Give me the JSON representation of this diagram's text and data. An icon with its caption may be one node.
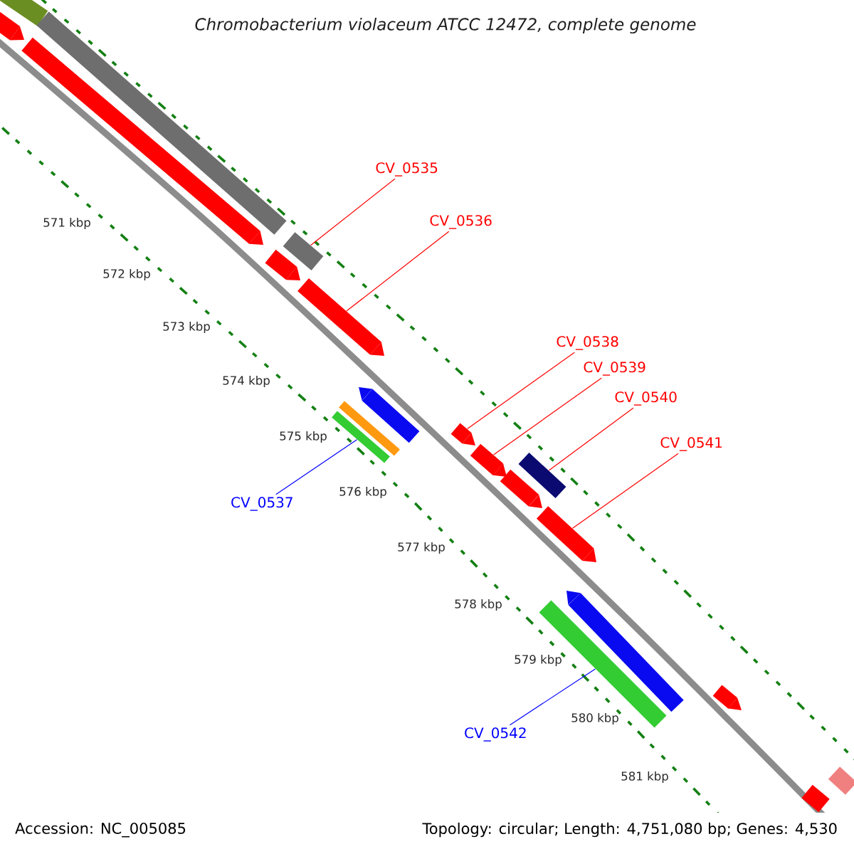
{
  "diagram": {
    "title": "Chromobacterium violaceum ATCC 12472, complete genome",
    "nodes": [
      {
        "text": [
          "CV_0535"
        ]
      },
      {
        "text": [
          "CV_0536"
        ]
      },
      {
        "text": [
          "CV_0538"
        ]
      },
      {
        "text": [
          "CV_0539"
        ]
      },
      {
        "text": [
          "CV_0540"
        ]
      },
      {
        "text": [
          "CV_0541"
        ]
      },
      {
        "text": [
          "CV_0537"
        ]
      },
      {
        "text": [
          "CV_0542"
        ]
      },
      {
        "text": [],
        "shape": "bar"
      },
      {
        "text": [],
        "shape": "bar"
      },
      {
        "text": [],
        "shape": "bar"
      },
      {
        "text": [],
        "shape": "bar"
      },
      {
        "text": [],
        "shape": "bar"
      },
      {
        "text": [],
        "shape": "bar"
      },
      {
        "text": [],
        "shape": "bar"
      },
      {
        "text": [],
        "shape": "bar"
      },
      {
        "text": [],
        "shape": "bar"
      },
      {
        "text": [],
        "shape": "bar"
      },
      {
        "text": [],
        "shape": "bar"
      },
      {
        "text": [],
        "shape": "bar"
      },
      {
        "text": [],
        "shape": "bar"
      },
      {
        "text": [],
        "shape": "bar"
      },
      {
        "text": [],
        "shape": "bar"
      },
      {
        "text": [],
        "shape": "bar"
      },
      {
        "text": [],
        "shape": "bar"
      },
      {
        "text": [],
        "shape": "bar"
      },
      {
        "text": [],
        "shape": "bar"
      },
      {
        "text": [],
        "shape": "bar"
      }
    ],
    "edges": [
      {
        "from": 0,
        "to": 10,
        "arrow": "none"
      },
      {
        "from": 1,
        "to": 14,
        "arrow": "none"
      },
      {
        "from": 6,
        "to": 17,
        "arrow": "none",
        "color": "#0000ff"
      },
      {
        "from": 2,
        "to": 18,
        "arrow": "none"
      },
      {
        "from": 3,
        "to": 19,
        "arrow": "none"
      },
      {
        "from": 4,
        "to": 20,
        "arrow": "none"
      },
      {
        "from": 5,
        "to": 22,
        "arrow": "none"
      },
      {
        "from": 7,
        "to": 24,
        "arrow": "none",
        "color": "#0000ff"
      }
    ],
    "labels": [
      "571 kbp",
      "572 kbp",
      "573 kbp",
      "574 kbp",
      "575 kbp",
      "576 kbp",
      "577 kbp",
      "578 kbp",
      "579 kbp",
      "580 kbp",
      "581 kbp",
      "Accession: NC_005085",
      "Topology: circular; Length: 4,751,080 bp; Genes: 4,530"
    ]
  }
}
